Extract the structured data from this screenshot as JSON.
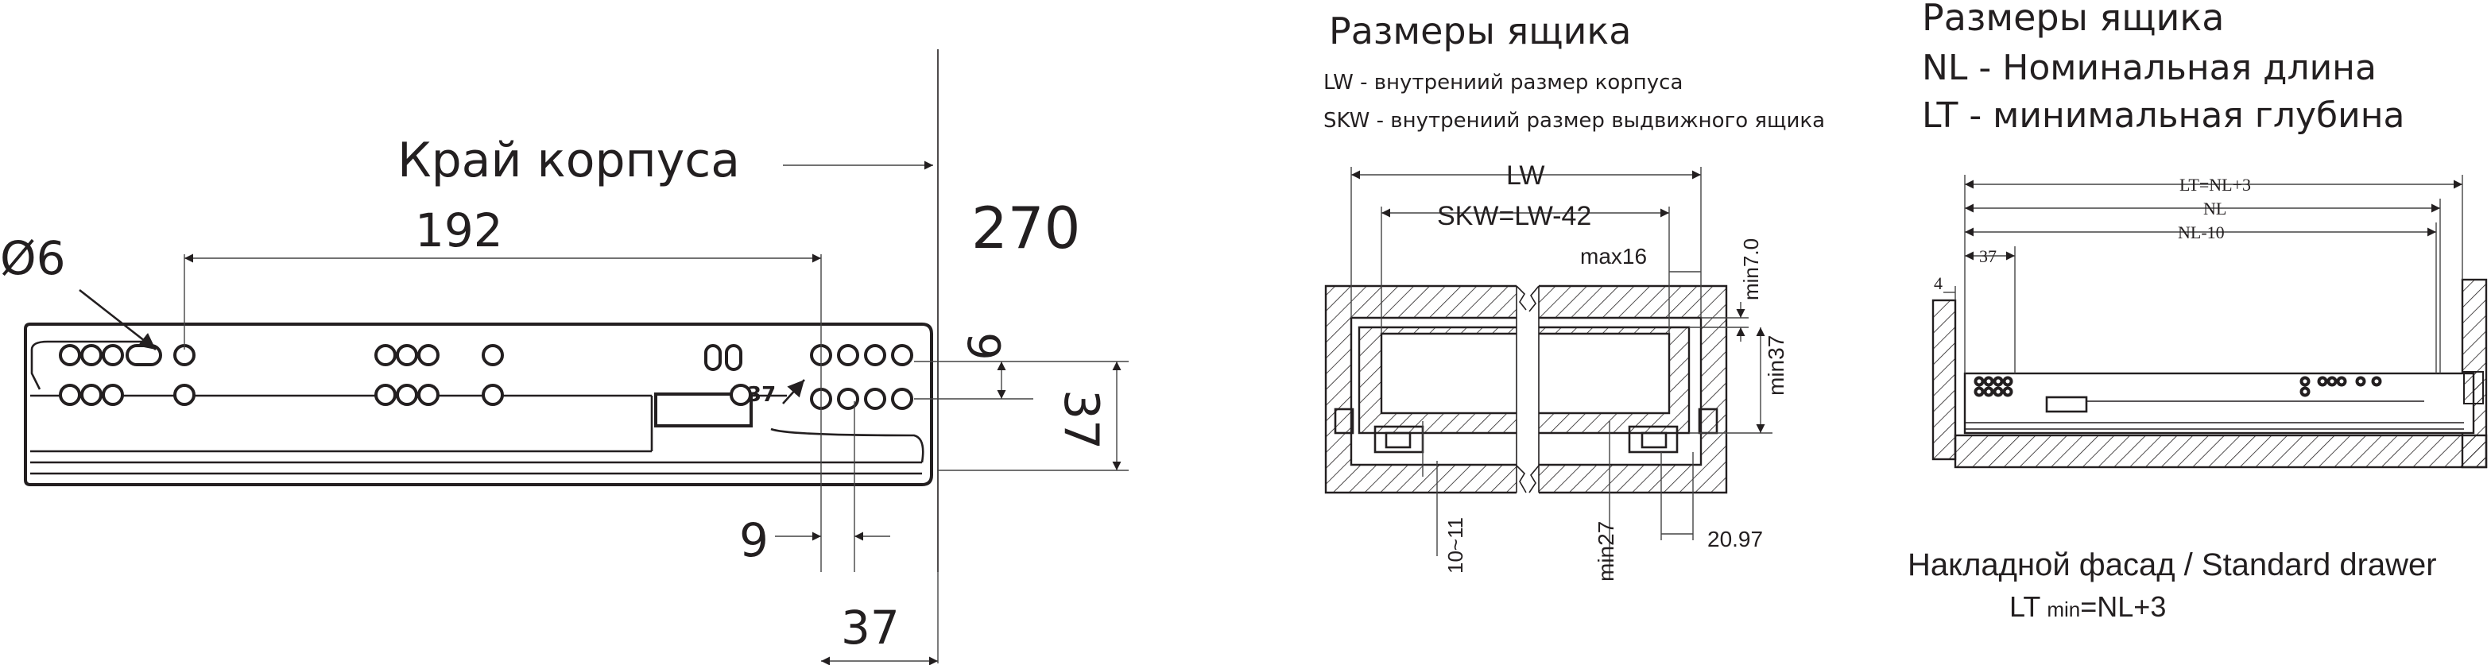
{
  "left_drawing": {
    "label_cabinet_edge": "Край корпуса",
    "dim_192": "192",
    "dim_270": "270",
    "dim_dia6": "Ø6",
    "dim_9_right": "9",
    "dim_37_right": "37",
    "dim_37_small": "37",
    "dim_9_bottom": "9",
    "dim_37_bottom": "37"
  },
  "middle_drawing": {
    "title": "Размеры ящика",
    "legend_lw": "LW - внутрениий размер корпуса",
    "legend_skw": "SKW - внутрениий размер выдвижного ящика",
    "dim_lw": "LW",
    "dim_skw": "SKW=LW-42",
    "dim_max16": "max16",
    "dim_min7": "min7.0",
    "dim_min37": "min37",
    "dim_10_11": "10~11",
    "dim_min27": "min27",
    "dim_20_97": "20.97"
  },
  "right_drawing": {
    "title": "Размеры ящика",
    "legend_nl": "NL - Номинальная длина",
    "legend_lt": "LT - минимальная глубина",
    "dim_lt": "LT=NL+3",
    "dim_nl": "NL",
    "dim_nl10": "NL-10",
    "dim_37": "37",
    "dim_4": "4",
    "caption": "Накладной фасад / Standard drawer",
    "formula_lt": "LT",
    "formula_sub": "min",
    "formula_rest": "=NL+3"
  }
}
